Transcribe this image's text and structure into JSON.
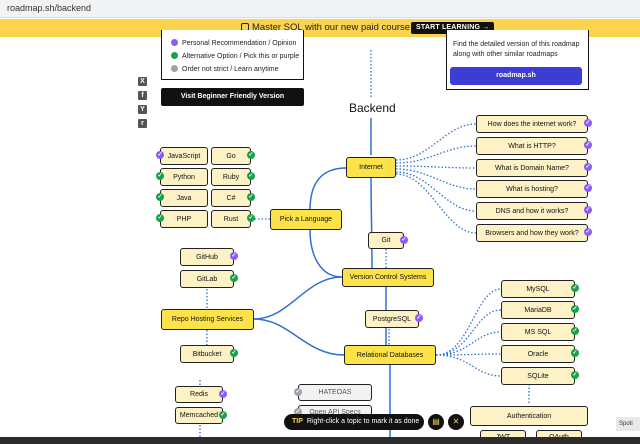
{
  "browser": {
    "url": "roadmap.sh/backend"
  },
  "banner": {
    "text": "Master SQL with our new paid course",
    "button": "START LEARNING →"
  },
  "legend": {
    "items": [
      {
        "label": "Personal Recommendation / Opinion",
        "color": "#8b5cf6"
      },
      {
        "label": "Alternative Option / Pick this or purple",
        "color": "#16a34a"
      },
      {
        "label": "Order not strict / Learn anytime",
        "color": "#9ca3af"
      }
    ]
  },
  "beginner_button": "Visit Beginner Friendly Version",
  "share_icons": [
    "X",
    "f",
    "Y",
    "r"
  ],
  "info": {
    "text": "Find the detailed version of this roadmap along with other similar roadmaps",
    "button": "roadmap.sh"
  },
  "roadmap": {
    "title": "Backend",
    "internet": "Internet",
    "internet_topics": [
      "How does the internet work?",
      "What is HTTP?",
      "What is Domain Name?",
      "What is hosting?",
      "DNS and how it works?",
      "Browsers and how they work?"
    ],
    "pick_language": "Pick a Language",
    "languages": [
      "JavaScript",
      "Go",
      "Python",
      "Ruby",
      "Java",
      "C#",
      "PHP",
      "Rust"
    ],
    "git": "Git",
    "vcs": "Version Control Systems",
    "repo_hosting": "Repo Hosting Services",
    "repo_services": [
      "GitHub",
      "GitLab",
      "Bitbucket"
    ],
    "postgresql": "PostgreSQL",
    "relational": "Relational Databases",
    "databases": [
      "MySQL",
      "MariaDB",
      "MS SQL",
      "Oracle",
      "SQLite"
    ],
    "cache": [
      "Redis",
      "Memcached"
    ],
    "hateoas": "HATEOAS",
    "openapi": "Open API Specs",
    "authentication": "Authentication",
    "auth_children": [
      "JWT",
      "OAuth"
    ]
  },
  "tip": {
    "label": "TIP",
    "text": "Right-click a topic to mark it as done"
  },
  "spotlight": "Spoti",
  "colors": {
    "banner": "#fbd34d",
    "node": "#fde24a",
    "subnode": "#fdf1c6",
    "link": "#2b6fd6",
    "button": "#3d3dd6",
    "done": "#16a34a",
    "recommended": "#8b5cf6"
  }
}
